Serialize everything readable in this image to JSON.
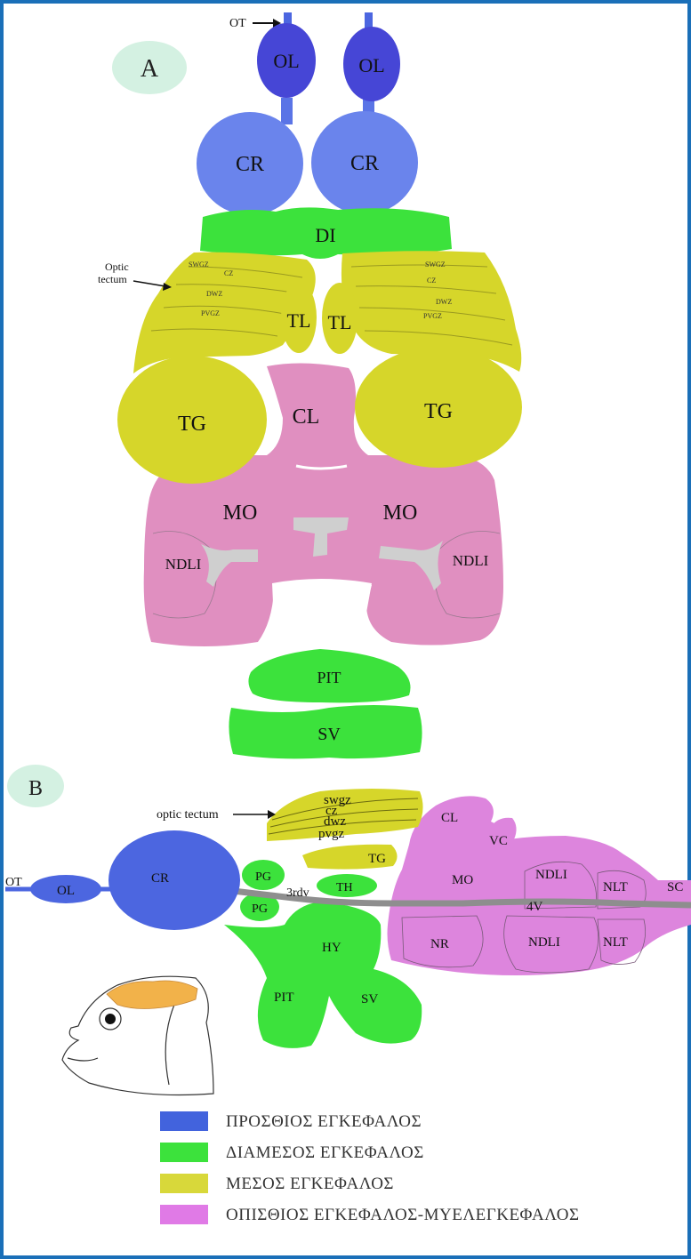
{
  "panel_a": {
    "panel_label": "A",
    "ot": "OT",
    "optic_tectum": [
      "Optic",
      "tectum"
    ],
    "ol_left": "OL",
    "ol_right": "OL",
    "cr_left": "CR",
    "cr_right": "CR",
    "di": "DI",
    "tectum_layers_left": [
      "SWGZ",
      "CZ",
      "DWZ",
      "PVGZ"
    ],
    "tectum_layers_right": [
      "SWGZ",
      "CZ",
      "DWZ",
      "PVGZ"
    ],
    "tl_left": "TL",
    "tl_right": "TL",
    "tg_left": "TG",
    "tg_right": "TG",
    "cl": "CL",
    "mo_left": "MO",
    "mo_right": "MO",
    "ndli_left": "NDLI",
    "ndli_right": "NDLI",
    "pit": "PIT",
    "sv": "SV"
  },
  "panel_b": {
    "panel_label": "B",
    "optic_tectum": "optic tectum",
    "tectum_layers": [
      "swgz",
      "cz",
      "dwz",
      "pvgz"
    ],
    "ot": "OT",
    "ol": "OL",
    "cr": "CR",
    "pg_top": "PG",
    "pg_bottom": "PG",
    "rdv": "3rdv",
    "th": "TH",
    "tg": "TG",
    "hy": "HY",
    "pit": "PIT",
    "sv": "SV",
    "cl": "CL",
    "vc": "VC",
    "mo": "MO",
    "ndli_top": "NDLI",
    "nlt_top": "NLT",
    "v4": "4V",
    "nr": "NR",
    "ndli_bottom": "NDLI",
    "nlt_bottom": "NLT",
    "sc": "SC"
  },
  "colors": {
    "forebrain": "#4c66e0",
    "forebrain_light": "#6a84ec",
    "ol": "#4646d6",
    "diencephalon": "#3ce23c",
    "midbrain": "#d6d62a",
    "hindbrain": "#e08fc0",
    "hindbrain_b": "#dd85dd",
    "panel_label_bg": "#d4f1e2",
    "border": "#1a6fb8"
  },
  "legend": [
    {
      "label": "ΠΡΟΣΘΙΟΣ ΕΓΚΕΦΑΛΟΣ",
      "color": "#4263dd"
    },
    {
      "label": "ΔΙΑΜΕΣΟΣ ΕΓΚΕΦΑΛΟΣ",
      "color": "#3ce23c"
    },
    {
      "label": "ΜΕΣΟΣ ΕΓΚΕΦΑΛΟΣ",
      "color": "#d8d83a"
    },
    {
      "label": "ΟΠΙΣΘΙΟΣ ΕΓΚΕΦΑΛΟΣ-ΜΥΕΛΕΓΚΕΦΑΛΟΣ",
      "color": "#e07ae6"
    }
  ]
}
